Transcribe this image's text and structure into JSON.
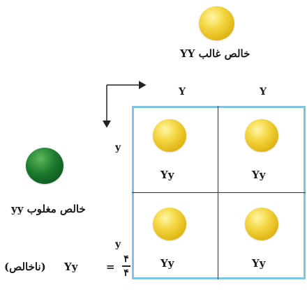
{
  "parent_top": {
    "label": "خالص غالب YY",
    "alleles": [
      "Y",
      "Y"
    ],
    "color": "#efcc2d"
  },
  "parent_left": {
    "label": "خالص مغلوب yy",
    "alleles": [
      "y",
      "y"
    ],
    "color": "#136b27"
  },
  "punnett": {
    "cells": [
      [
        "Yy",
        "Yy"
      ],
      [
        "Yy",
        "Yy"
      ]
    ],
    "border_color": "#7fc3e6"
  },
  "result": {
    "text": "(ناخالص)",
    "genotype": "Yy",
    "equals": "=",
    "numerator": "۴",
    "denominator": "۴"
  }
}
